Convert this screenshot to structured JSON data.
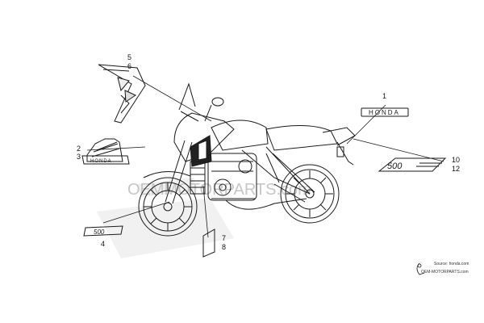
{
  "callouts": {
    "c5": "5",
    "c6": "6",
    "c2": "2",
    "c3": "3",
    "c1": "1",
    "c10": "10",
    "c12": "12",
    "c4": "4",
    "c7": "7",
    "c8": "8"
  },
  "decal_text": {
    "tank_wing_text": "HONDA",
    "tail_strip_text": "HONDA",
    "side_model": "500",
    "fork_model": "500"
  },
  "watermark": {
    "text": "OEMMOTORPARTS.com",
    "source_line": "Source: honda.com",
    "site_line": "OEM-MOTORPARTS.com"
  },
  "colors": {
    "line": "#1a1a1a",
    "watermark": "#c8c8c8",
    "background": "#ffffff"
  }
}
